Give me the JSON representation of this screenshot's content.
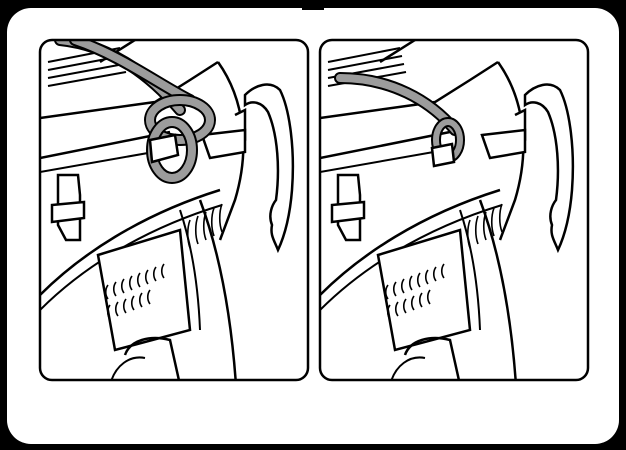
{
  "figure": {
    "kind": "instruction-illustration",
    "subject": "camera-strap-attachment",
    "panels": [
      {
        "id": "step-loosely-threaded",
        "strap_color": "#9c9c9c"
      },
      {
        "id": "step-pulled-tight",
        "strap_color": "#9c9c9c"
      }
    ],
    "colors": {
      "frame": "#000000",
      "background": "#ffffff",
      "line": "#000000",
      "strap_fill": "#9c9c9c"
    }
  }
}
